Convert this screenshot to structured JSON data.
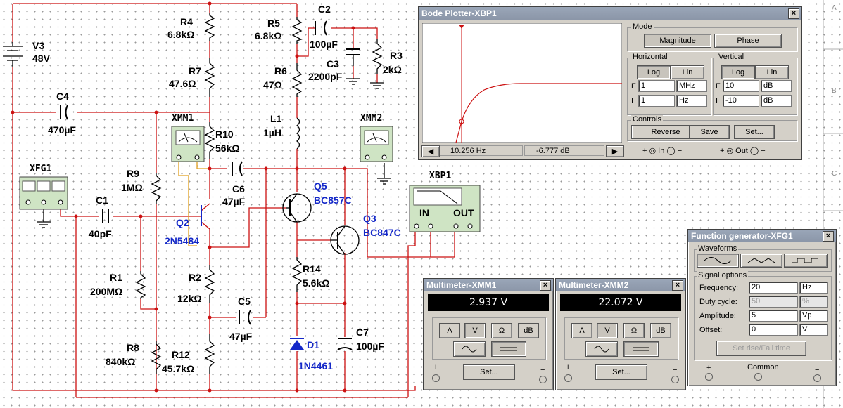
{
  "schematic": {
    "labels": {
      "V3": "V3",
      "V3_val": "48V",
      "R4": "R4",
      "R4_val": "6.8kΩ",
      "R5": "R5",
      "R5_val": "6.8kΩ",
      "C2": "C2",
      "C2_val": "100µF",
      "C3": "C3",
      "C3_val": "2200pF",
      "R3": "R3",
      "R3_val": "2kΩ",
      "R7": "R7",
      "R7_val": "47.6Ω",
      "R6": "R6",
      "R6_val": "47Ω",
      "C4": "C4",
      "C4_val": "470µF",
      "L1": "L1",
      "L1_val": "1µH",
      "XMM1": "XMM1",
      "XMM2": "XMM2",
      "R10": "R10",
      "R10_val": "56kΩ",
      "XFG1": "XFG1",
      "R9": "R9",
      "R9_val": "1MΩ",
      "C6": "C6",
      "C6_val": "47µF",
      "Q5": "Q5",
      "Q5_val": "BC857C",
      "XBP1": "XBP1",
      "XBP1_in": "IN",
      "XBP1_out": "OUT",
      "C1": "C1",
      "C1_val": "40pF",
      "Q2": "Q2",
      "Q2_val": "2N5484",
      "Q3": "Q3",
      "Q3_val": "BC847C",
      "R14": "R14",
      "R14_val": "5.6kΩ",
      "R1": "R1",
      "R1_val": "200MΩ",
      "R2": "R2",
      "R2_val": "12kΩ",
      "C5": "C5",
      "C5_val": "47µF",
      "C7": "C7",
      "C7_val": "100µF",
      "D1": "D1",
      "D1_val": "1N4461",
      "R8": "R8",
      "R8_val": "840kΩ",
      "R12": "R12",
      "R12_val": "45.7kΩ"
    },
    "border_marks": {
      "a": "A",
      "b": "B",
      "c": "C"
    }
  },
  "bode": {
    "title": "Bode Plotter-XBP1",
    "close": "×",
    "mode_label": "Mode",
    "magnitude": "Magnitude",
    "phase": "Phase",
    "horizontal_label": "Horizontal",
    "vertical_label": "Vertical",
    "log": "Log",
    "lin": "Lin",
    "h_f_prefix": "F",
    "h_f_value": "1",
    "h_f_unit": "MHz",
    "h_i_prefix": "I",
    "h_i_value": "1",
    "h_i_unit": "Hz",
    "v_f_prefix": "F",
    "v_f_value": "10",
    "v_f_unit": "dB",
    "v_i_prefix": "I",
    "v_i_value": "-10",
    "v_i_unit": "dB",
    "controls_label": "Controls",
    "reverse": "Reverse",
    "save": "Save",
    "set": "Set...",
    "readout_freq": "10.256  Hz",
    "readout_db": "-6.777 dB",
    "left_arrow": "◀",
    "right_arrow": "▶",
    "in_terms": "+ ◎  In  ◯ −",
    "out_terms": "+ ◎  Out  ◯ −",
    "plot_color": "#cc1111"
  },
  "mm1": {
    "title": "Multimeter-XMM1",
    "close": "×",
    "reading": "2.937 V",
    "btn_a": "A",
    "btn_v": "V",
    "btn_ohm": "Ω",
    "btn_db": "dB",
    "set": "Set...",
    "plus": "+",
    "minus": "−"
  },
  "mm2": {
    "title": "Multimeter-XMM2",
    "close": "×",
    "reading": "22.072 V",
    "btn_a": "A",
    "btn_v": "V",
    "btn_ohm": "Ω",
    "btn_db": "dB",
    "set": "Set...",
    "plus": "+",
    "minus": "−"
  },
  "fg": {
    "title": "Function generator-XFG1",
    "close": "×",
    "waveforms_label": "Waveforms",
    "signal_label": "Signal options",
    "freq_label": "Frequency:",
    "freq_value": "20",
    "freq_unit": "Hz",
    "duty_label": "Duty cycle:",
    "duty_value": "50",
    "duty_unit": "%",
    "amp_label": "Amplitude:",
    "amp_value": "5",
    "amp_unit": "Vp",
    "offset_label": "Offset:",
    "offset_value": "0",
    "offset_unit": "V",
    "rise_fall": "Set rise/Fall time",
    "plus": "+",
    "common": "Common",
    "minus": "−"
  }
}
